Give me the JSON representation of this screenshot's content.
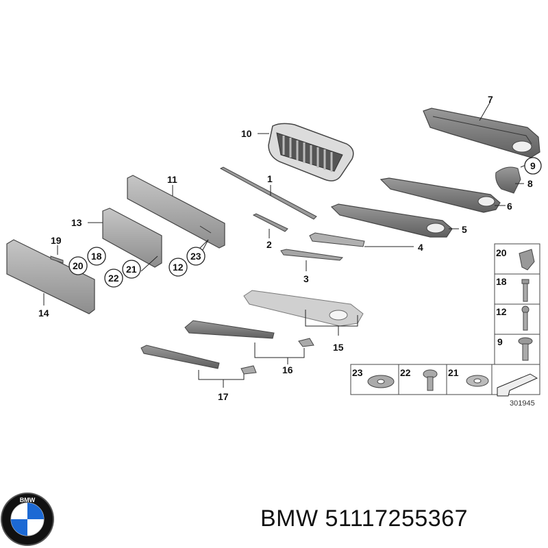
{
  "callouts": {
    "c1": "1",
    "c2": "2",
    "c3": "3",
    "c4": "4",
    "c5": "5",
    "c6": "6",
    "c7": "7",
    "c8": "8",
    "c9": "9",
    "c10": "10",
    "c11": "11",
    "c12": "12",
    "c13": "13",
    "c14": "14",
    "c15": "15",
    "c16": "16",
    "c17": "17",
    "c18": "18",
    "c19": "19",
    "c20": "20",
    "c21": "21",
    "c22": "22",
    "c23": "23"
  },
  "legend": {
    "r20": "20",
    "r18": "18",
    "r12": "12",
    "r9": "9",
    "b23": "23",
    "b22": "22",
    "b21": "21"
  },
  "diagram_number": "301945",
  "brand": {
    "logo_text": "BMW"
  },
  "footer": {
    "text": "BMW 51117255367"
  },
  "colors": {
    "part_fill": "#a9a9a9",
    "part_dark": "#6e6e6e",
    "outline": "#444444",
    "logo_blue": "#1c69d4"
  }
}
